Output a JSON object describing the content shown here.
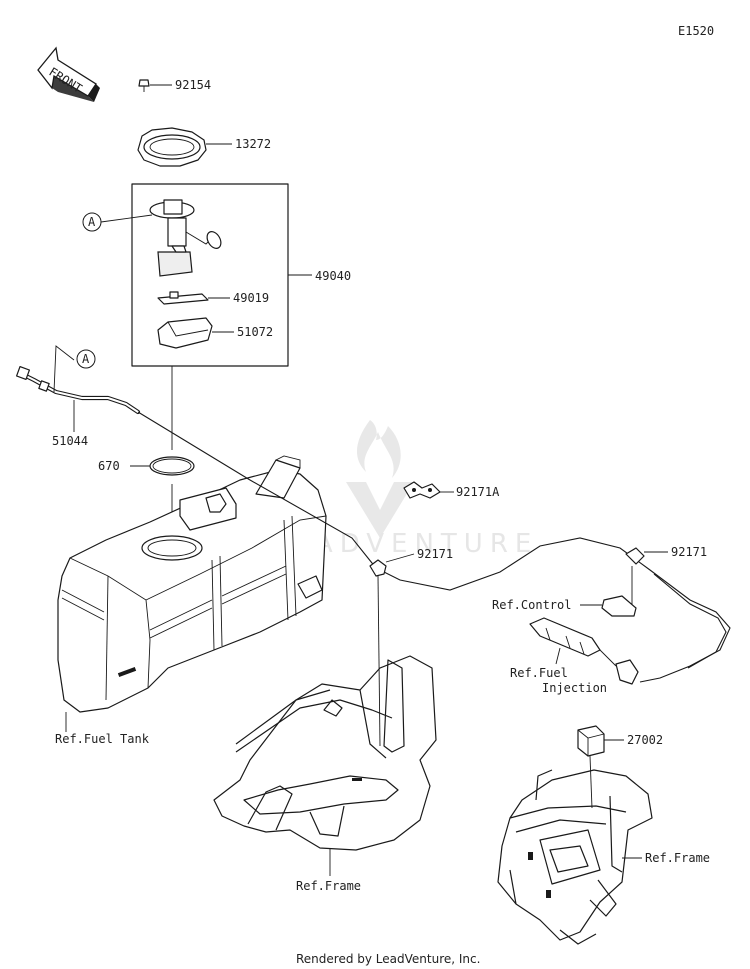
{
  "diagram_id": "E1520",
  "front_arrow_label": "FRONT",
  "labels": {
    "p92154": "92154",
    "p13272": "13272",
    "p49040": "49040",
    "p49019": "49019",
    "p51072": "51072",
    "p51044": "51044",
    "p670": "670",
    "p92171A": "92171A",
    "p92171_a": "92171",
    "p92171_b": "92171",
    "p27002": "27002",
    "callout_a1": "A",
    "callout_a2": "A",
    "ref_control": "Ref.Control",
    "ref_fuel_1": "Ref.Fuel",
    "ref_fuel_2": "Injection",
    "ref_fuel_tank": "Ref.Fuel Tank",
    "ref_frame_1": "Ref.Frame",
    "ref_frame_2": "Ref.Frame"
  },
  "watermark": "LEADVENTURE",
  "footer": "Rendered by LeadVenture, Inc.",
  "colors": {
    "line": "#1a1a1a",
    "text": "#222222",
    "watermark": "#e6e6e6",
    "background": "#ffffff"
  }
}
